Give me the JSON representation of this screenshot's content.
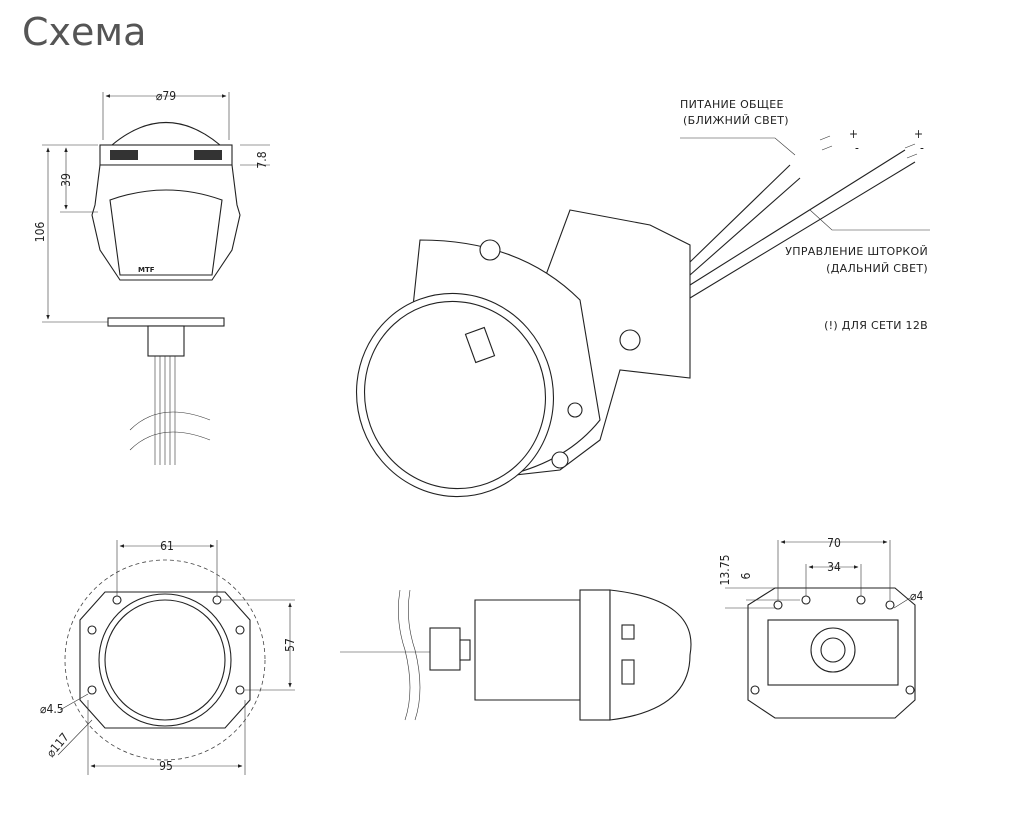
{
  "title": "Схема",
  "front_view": {
    "diameter": "⌀79",
    "top_offset": "7.8",
    "upper_height": "39",
    "total_height": "106"
  },
  "iso_view": {
    "label_power": "ПИТАНИЕ ОБЩЕЕ",
    "label_power_sub": "(БЛИЖНИЙ СВЕТ)",
    "label_shutter": "УПРАВЛЕНИЕ ШТОРКОЙ",
    "label_shutter_sub": "(ДАЛЬНИЙ СВЕТ)",
    "note": "(!) ДЛЯ СЕТИ 12В",
    "plus": "+",
    "minus": "-"
  },
  "lens_view": {
    "hole_spacing": "61",
    "vertical_spacing": "57",
    "hole_diameter": "⌀4.5",
    "outer_diameter": "⌀117",
    "width": "95"
  },
  "back_view": {
    "width": "70",
    "inner_spacing": "34",
    "offset_a": "13.75",
    "offset_b": "6",
    "hole_diameter": "⌀4"
  },
  "brand": "MTF"
}
